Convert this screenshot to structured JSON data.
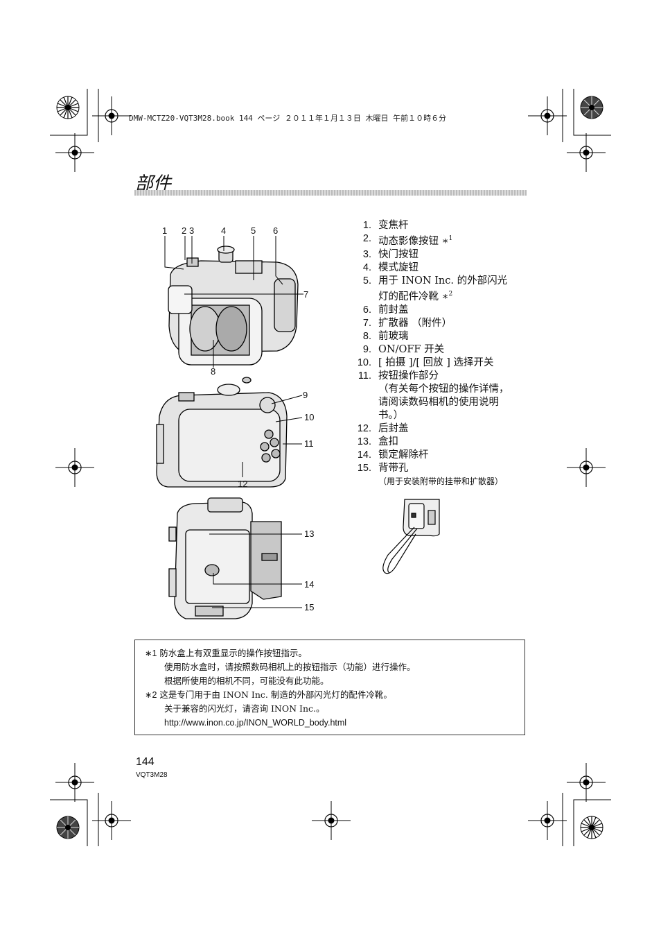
{
  "header": {
    "book_line": "DMW-MCTZ20-VQT3M28.book  144 ページ  ２０１１年１月１３日  木曜日  午前１０時６分"
  },
  "page_title": "部件",
  "callouts": {
    "top": [
      "1",
      "2",
      "3",
      "4",
      "5",
      "6",
      "7",
      "8"
    ],
    "middle": [
      "9",
      "10",
      "11",
      "12"
    ],
    "bottom": [
      "13",
      "14",
      "15"
    ]
  },
  "parts": [
    {
      "num": "1.",
      "label": "变焦杆"
    },
    {
      "num": "2.",
      "label": "动态影像按钮 ∗",
      "sup": "1"
    },
    {
      "num": "3.",
      "label": "快门按钮"
    },
    {
      "num": "4.",
      "label": "模式旋钮"
    },
    {
      "num": "5.",
      "label": "用于 INON Inc. 的外部闪光",
      "cont": "灯的配件冷靴 ∗",
      "sup": "2"
    },
    {
      "num": "6.",
      "label": "前封盖"
    },
    {
      "num": "7.",
      "label": "扩散器 （附件）"
    },
    {
      "num": "8.",
      "label": "前玻璃"
    },
    {
      "num": "9.",
      "label": "ON/OFF 开关"
    },
    {
      "num": "10.",
      "label": "[ 拍摄 ]/[ 回放 ] 选择开关"
    },
    {
      "num": "11.",
      "label": "按钮操作部分",
      "cont": "（有关每个按钮的操作详情，",
      "cont2": "请阅读数码相机的使用说明",
      "cont3": "书。）"
    },
    {
      "num": "12.",
      "label": "后封盖"
    },
    {
      "num": "13.",
      "label": "盒扣"
    },
    {
      "num": "14.",
      "label": "锁定解除杆"
    },
    {
      "num": "15.",
      "label": "背带孔",
      "sub": "（用于安装附带的挂带和扩散器）"
    }
  ],
  "notes": {
    "n1_mark": "∗1",
    "n1_line1": "防水盒上有双重显示的操作按钮指示。",
    "n1_line2": "使用防水盒时，请按照数码相机上的按钮指示（功能）进行操作。",
    "n1_line3": "根据所使用的相机不同，可能没有此功能。",
    "n2_mark": "∗2",
    "n2_line1": "这是专门用于由 INON Inc. 制造的外部闪光灯的配件冷靴。",
    "n2_line2": "关于兼容的闪光灯，请咨询 INON Inc.。",
    "n2_url": "http://www.inon.co.jp/INON_WORLD_body.html"
  },
  "footer": {
    "page_number": "144",
    "doc_code": "VQT3M28"
  }
}
